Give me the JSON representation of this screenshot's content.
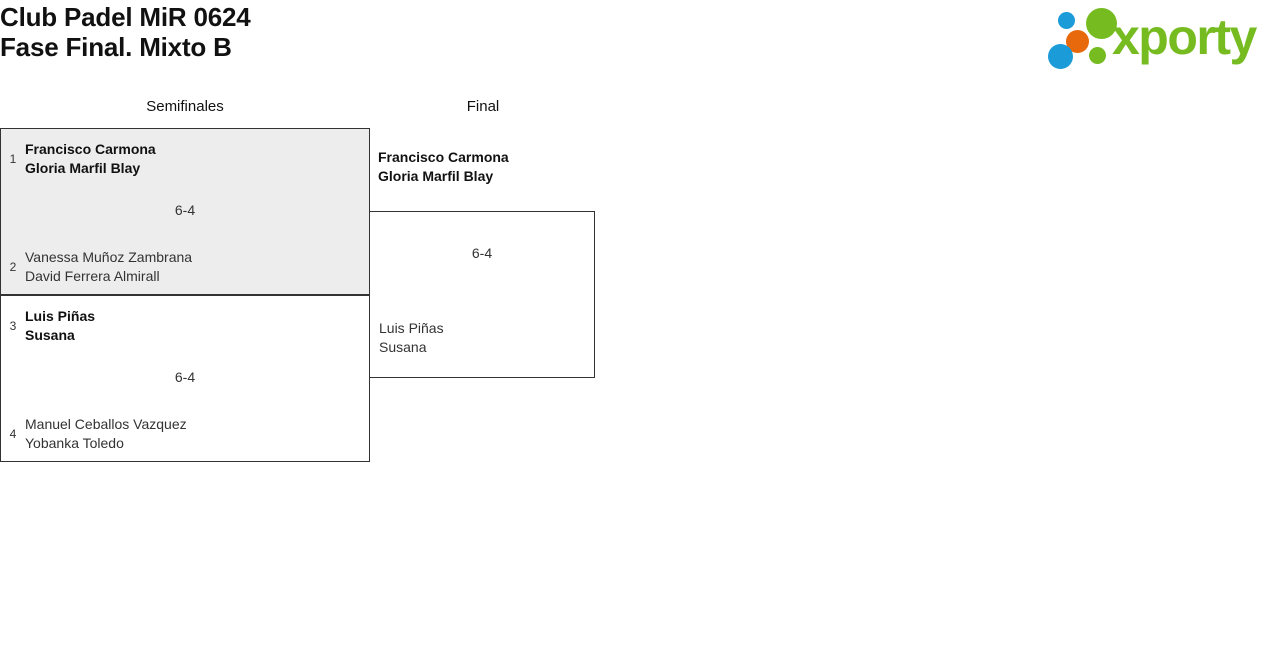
{
  "header": {
    "title_line1": "Club Padel MiR 0624",
    "title_line2": "Fase Final. Mixto B",
    "logo_word": "xporty"
  },
  "bracket": {
    "rounds": [
      {
        "name": "Semifinales"
      },
      {
        "name": "Final"
      }
    ],
    "matches": {
      "semi1": {
        "score": "6-4",
        "top": {
          "seed": "1",
          "player1": "Francisco Carmona",
          "player2": "Gloria Marfil Blay"
        },
        "bottom": {
          "seed": "2",
          "player1": "Vanessa Muñoz Zambrana",
          "player2": "David Ferrera Almirall"
        }
      },
      "semi2": {
        "score": "6-4",
        "top": {
          "seed": "3",
          "player1": "Luis Piñas",
          "player2": "Susana"
        },
        "bottom": {
          "seed": "4",
          "player1": "Manuel Ceballos Vazquez",
          "player2": "Yobanka Toledo"
        }
      },
      "final": {
        "score": "6-4",
        "top": {
          "seed": "",
          "player1": "Francisco Carmona",
          "player2": "Gloria Marfil Blay"
        },
        "bottom": {
          "seed": "",
          "player1": "Luis Piñas",
          "player2": "Susana"
        }
      }
    }
  },
  "colors": {
    "logo_green": "#76BC21",
    "logo_blue": "#1B9BD8",
    "logo_orange": "#E8690B",
    "highlight_bg": "#EDEDED",
    "border": "#333333"
  }
}
